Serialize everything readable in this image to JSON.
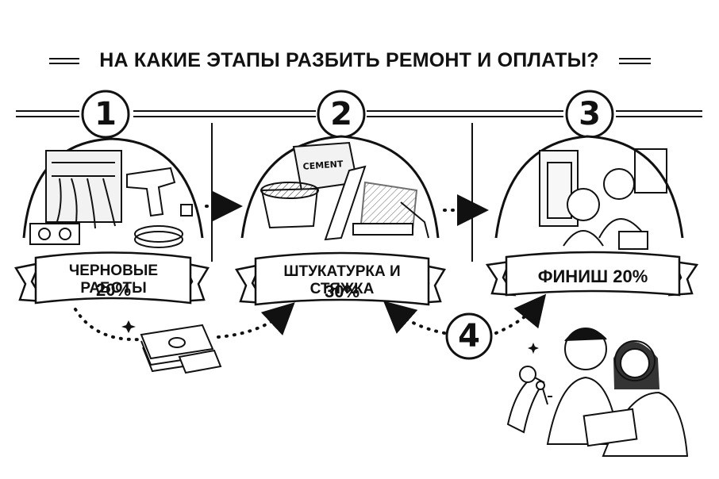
{
  "title": "НА КАКИЕ ЭТАПЫ РАЗБИТЬ РЕМОНТ И ОПЛАТЫ?",
  "stages": [
    {
      "number": "1",
      "label": "ЧЕРНОВЫЕ РАБОТЫ",
      "percent": "20%",
      "icon": "electrical-panel-drill-icon"
    },
    {
      "number": "2",
      "label": "ШТУКАТУРКА И СТЯЖКА",
      "percent": "30%",
      "icon": "cement-bucket-level-icon"
    },
    {
      "number": "3",
      "label": "ФИНИШ 20%",
      "percent": "",
      "icon": "couple-in-apartment-icon"
    },
    {
      "number": "4",
      "label": "",
      "percent": "",
      "icon": "couple-with-keys-icon"
    }
  ],
  "cement_bag_text": "CEMENT",
  "colors": {
    "ink": "#111111",
    "paper": "#ffffff",
    "shade": "#d9d9d9"
  }
}
